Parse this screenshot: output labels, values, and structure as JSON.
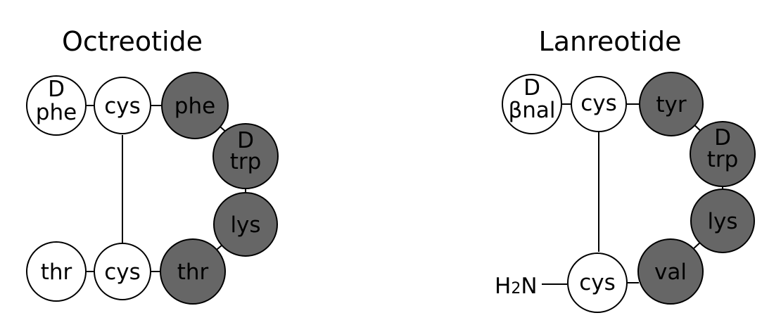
{
  "colors": {
    "white_fill": "#ffffff",
    "gray_fill": "#666666",
    "stroke": "#000000"
  },
  "octreotide": {
    "title": "Octreotide",
    "residues": [
      {
        "lines": [
          "D",
          "phe"
        ],
        "shaded": false
      },
      {
        "lines": [
          "cys"
        ],
        "shaded": false
      },
      {
        "lines": [
          "phe"
        ],
        "shaded": true
      },
      {
        "lines": [
          "D",
          "trp"
        ],
        "shaded": true
      },
      {
        "lines": [
          "lys"
        ],
        "shaded": true
      },
      {
        "lines": [
          "thr"
        ],
        "shaded": true
      },
      {
        "lines": [
          "cys"
        ],
        "shaded": false
      },
      {
        "lines": [
          "thr"
        ],
        "shaded": false
      }
    ]
  },
  "lanreotide": {
    "title": "Lanreotide",
    "terminal": {
      "h": "H",
      "sub": "2",
      "n": "N"
    },
    "residues": [
      {
        "lines": [
          "D",
          "βnal"
        ],
        "shaded": false
      },
      {
        "lines": [
          "cys"
        ],
        "shaded": false
      },
      {
        "lines": [
          "tyr"
        ],
        "shaded": true
      },
      {
        "lines": [
          "D",
          "trp"
        ],
        "shaded": true
      },
      {
        "lines": [
          "lys"
        ],
        "shaded": true
      },
      {
        "lines": [
          "val"
        ],
        "shaded": true
      },
      {
        "lines": [
          "cys"
        ],
        "shaded": false
      }
    ]
  }
}
